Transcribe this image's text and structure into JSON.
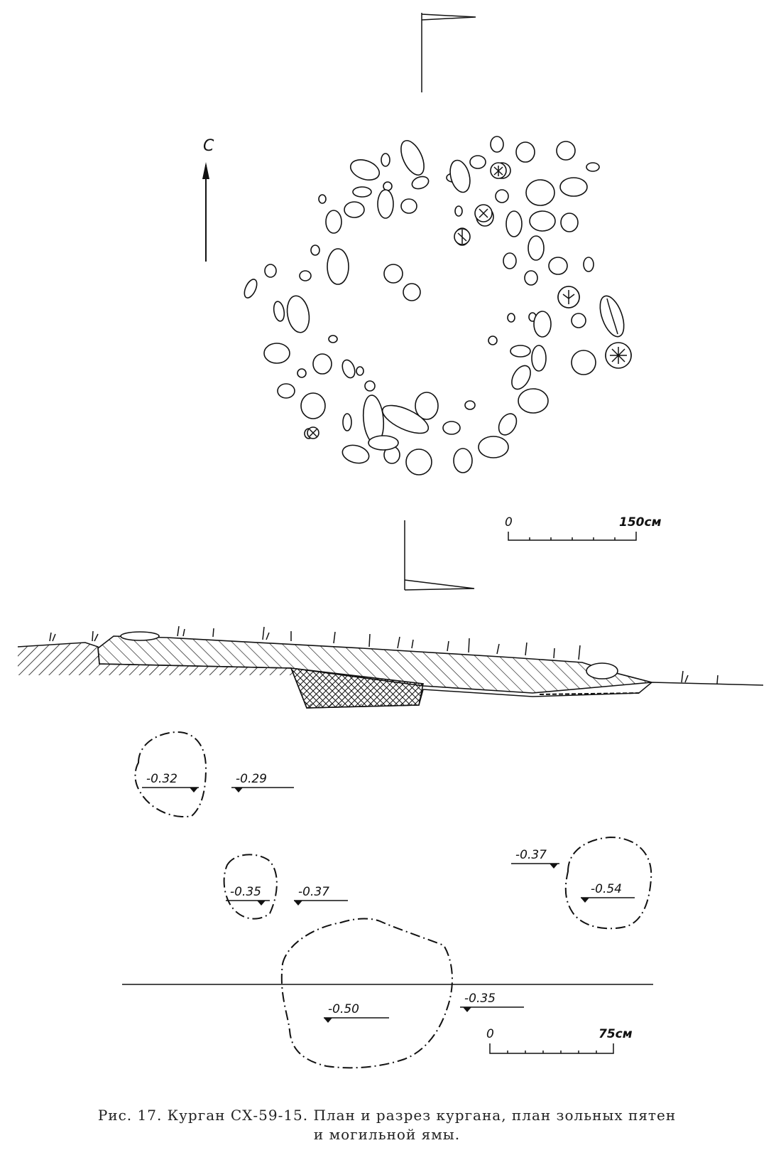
{
  "north_label": "С",
  "scales": {
    "plan": {
      "zero": "0",
      "end": "150см"
    },
    "pits": {
      "zero": "0",
      "end": "75см"
    }
  },
  "depths": [
    "-0.32",
    "-0.29",
    "-0.35",
    "-0.37",
    "-0.37",
    "-0.54",
    "-0.50",
    "-0.35"
  ],
  "caption": {
    "line1": "Рис. 17. Курган СХ-59-15. План и разрез кургана, план зольных пятен",
    "line2": "и могильной ямы."
  }
}
